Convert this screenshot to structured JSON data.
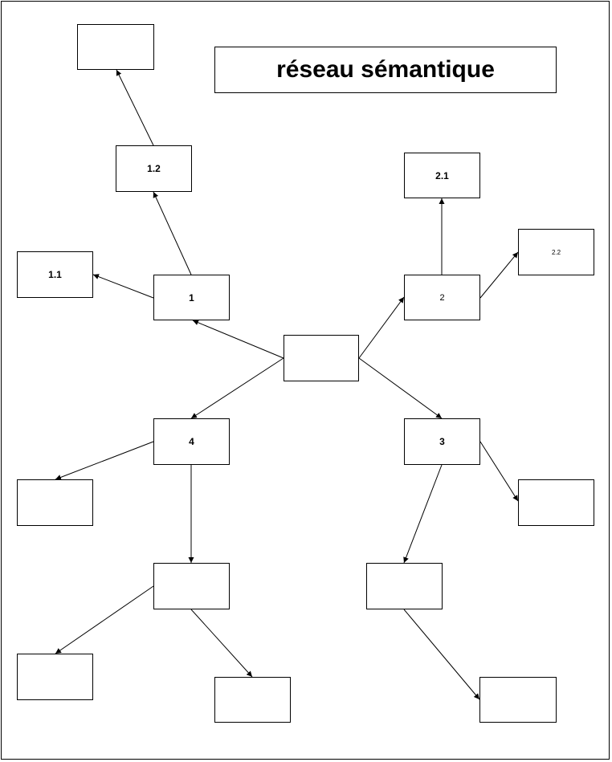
{
  "title": "réseau sémantique",
  "nodes": {
    "center": "",
    "n1": "1",
    "n11": "1.1",
    "n12": "1.2",
    "n12top": "",
    "n2": "2",
    "n21": "2.1",
    "n22": "2.2",
    "n3": "3",
    "n3right": "",
    "n3child": "",
    "n3grandchild": "",
    "n4": "4",
    "n4left": "",
    "n4child": "",
    "n4childLeft": "",
    "n4childRight": ""
  },
  "edges": [
    [
      "center",
      "n1"
    ],
    [
      "n1",
      "n11"
    ],
    [
      "n1",
      "n12"
    ],
    [
      "n12",
      "n12top"
    ],
    [
      "center",
      "n2"
    ],
    [
      "n2",
      "n21"
    ],
    [
      "n2",
      "n22"
    ],
    [
      "center",
      "n3"
    ],
    [
      "n3",
      "n3right"
    ],
    [
      "n3",
      "n3child"
    ],
    [
      "n3child",
      "n3grandchild"
    ],
    [
      "center",
      "n4"
    ],
    [
      "n4",
      "n4left"
    ],
    [
      "n4",
      "n4child"
    ],
    [
      "n4child",
      "n4childLeft"
    ],
    [
      "n4child",
      "n4childRight"
    ]
  ]
}
